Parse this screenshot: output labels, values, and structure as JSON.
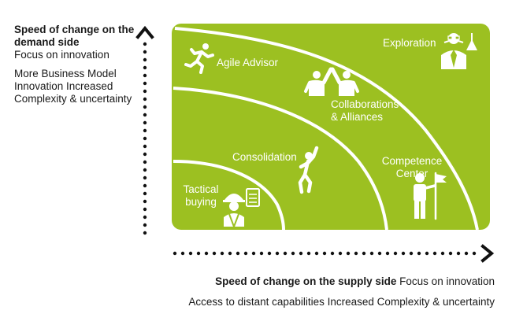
{
  "y_axis": {
    "title": "Speed of change on the demand side",
    "subtitle": "Focus on innovation",
    "description": "More Business Model Innovation Increased Complexity & uncertainty"
  },
  "x_axis": {
    "title": "Speed of change on the supply side",
    "subtitle": "Focus on innovation",
    "description": "Access to distant capabilities Increased Complexity & uncertainty"
  },
  "zones": {
    "agile": "Agile Advisor",
    "exploration": "Exploration",
    "collab_line1": "Collaborations",
    "collab_line2": "& Alliances",
    "consolidation": "Consolidation",
    "competence_line1": "Competence",
    "competence_line2": "Center",
    "tactical_line1": "Tactical",
    "tactical_line2": "buying"
  },
  "colors": {
    "panel": "#9cc021",
    "arc": "#ffffff",
    "axis": "#111111"
  },
  "icons": [
    "runner-icon",
    "high-five-icon",
    "scientist-icon",
    "jumping-person-icon",
    "flag-person-icon",
    "worker-checklist-icon"
  ]
}
